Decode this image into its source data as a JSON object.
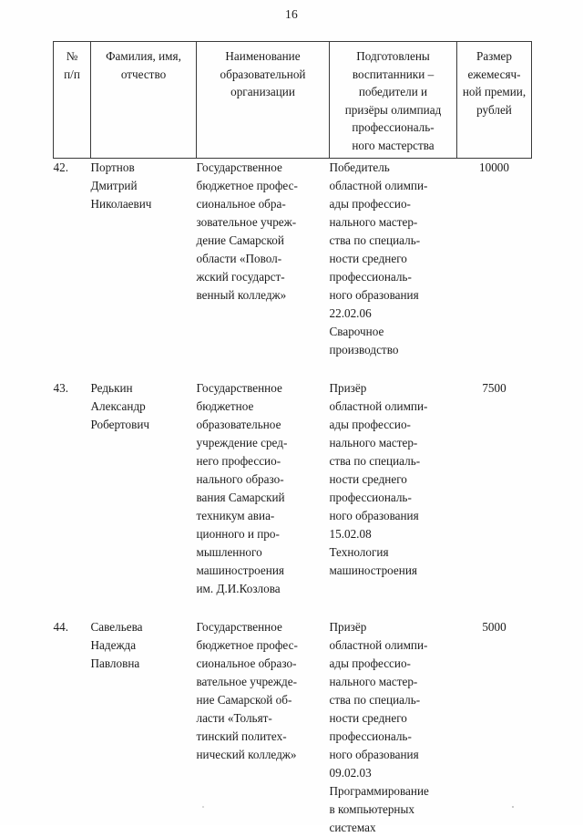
{
  "page": {
    "number": "16",
    "language": "ru",
    "ink_color": "#1b1b1b",
    "paper_color": "#fefefe",
    "rule_color": "#3a3a3a"
  },
  "table": {
    "headers": [
      {
        "id": "no",
        "lines": [
          "№",
          "п/п"
        ]
      },
      {
        "id": "name",
        "lines": [
          "Фамилия, имя,",
          "отчество"
        ]
      },
      {
        "id": "organization",
        "lines": [
          "Наименование",
          "образовательной",
          "организации"
        ]
      },
      {
        "id": "achievement",
        "lines": [
          "Подготовлены",
          "воспитанники –",
          "победители и",
          "призёры олимпиад",
          "профессиональ-",
          "ного мастерства"
        ]
      },
      {
        "id": "prize",
        "lines": [
          "Размер",
          "ежемесяч-",
          "ной премии,",
          "рублей"
        ]
      }
    ],
    "rows": [
      {
        "no": "42.",
        "name_lines": [
          "Портнов",
          "Дмитрий",
          "Николаевич"
        ],
        "org_lines": [
          "Государственное",
          "бюджетное профес-",
          "сиональное обра-",
          "зовательное учреж-",
          "дение Самарской",
          "области «Повол-",
          "жский государст-",
          "венный колледж»"
        ],
        "achievement_lines": [
          "Победитель",
          "областной олимпи-",
          "ады профессио-",
          "нального мастер-",
          "ства по специаль-",
          "ности среднего",
          "профессиональ-",
          "ного образования",
          "22.02.06",
          "Сварочное",
          "производство"
        ],
        "prize": "10000"
      },
      {
        "no": "43.",
        "name_lines": [
          "Редькин",
          "Александр",
          "Робертович"
        ],
        "org_lines": [
          "Государственное",
          "бюджетное",
          "образовательное",
          "учреждение сред-",
          "него профессио-",
          "нального образо-",
          "вания Самарский",
          "техникум авиа-",
          "ционного и про-",
          "мышленного",
          "машиностроения",
          "им. Д.И.Козлова"
        ],
        "achievement_lines": [
          "Призёр",
          "областной олимпи-",
          "ады профессио-",
          "нального мастер-",
          "ства по специаль-",
          "ности среднего",
          "профессиональ-",
          "ного образования",
          "15.02.08",
          "Технология",
          "машиностроения"
        ],
        "prize": "7500"
      },
      {
        "no": "44.",
        "name_lines": [
          "Савельева",
          "Надежда",
          "Павловна"
        ],
        "org_lines": [
          "Государственное",
          "бюджетное профес-",
          "сиональное образо-",
          "вательное учрежде-",
          "ние Самарской об-",
          "ласти «Тольят-",
          "тинский политех-",
          "нический колледж»"
        ],
        "achievement_lines": [
          "Призёр",
          "областной олимпи-",
          "ады профессио-",
          "нального мастер-",
          "ства по специаль-",
          "ности среднего",
          "профессиональ-",
          "ного образования",
          "09.02.03",
          "Программирование",
          "в компьютерных",
          "системах"
        ],
        "prize": "5000"
      }
    ]
  }
}
